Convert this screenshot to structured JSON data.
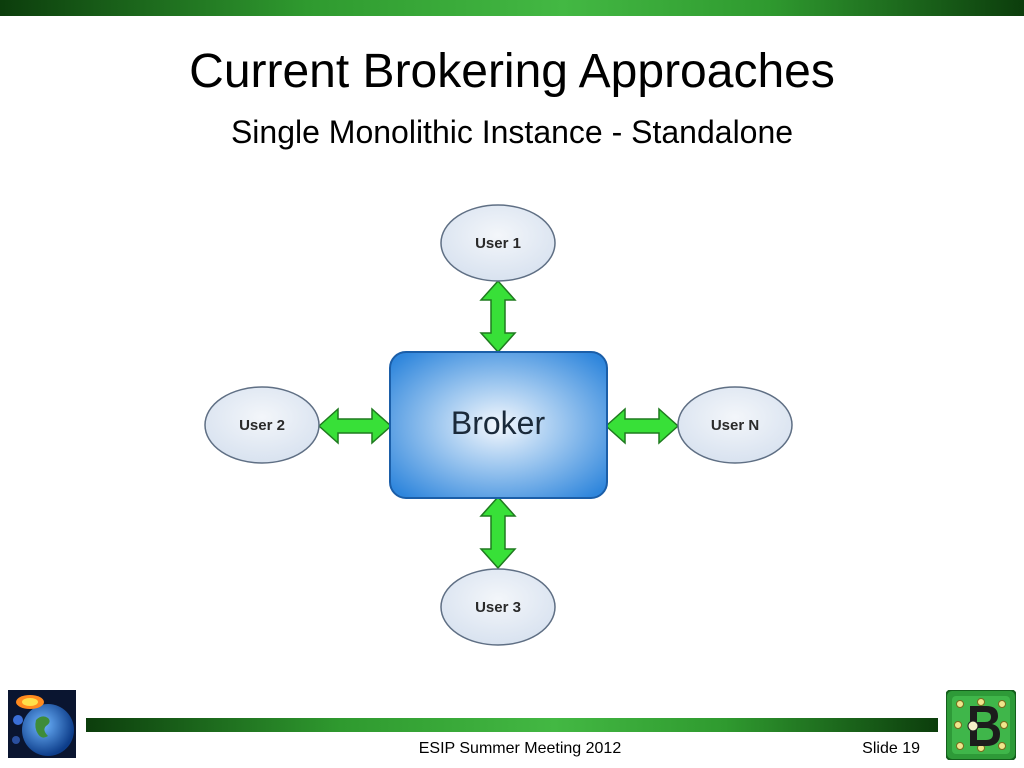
{
  "slide": {
    "title": "Current Brokering Approaches",
    "subtitle": "Single Monolithic Instance - Standalone",
    "footer": "ESIP Summer Meeting 2012",
    "slide_number": "Slide 19"
  },
  "diagram": {
    "broker": {
      "label": "Broker"
    },
    "users": [
      {
        "label": "User 1"
      },
      {
        "label": "User 2"
      },
      {
        "label": "User 3"
      },
      {
        "label": "User N"
      }
    ],
    "connector": "bidirectional-arrow"
  },
  "colors": {
    "accent_bar": "#2f9a2f",
    "arrow_fill": "#33dd33",
    "broker_fill": "#3b8ede",
    "broker_center": "#f2f7fc",
    "user_fill": "#dde6f2"
  },
  "icons": {
    "left_logo": "earth-globe-icon",
    "right_logo": "b-letter-board-icon"
  }
}
